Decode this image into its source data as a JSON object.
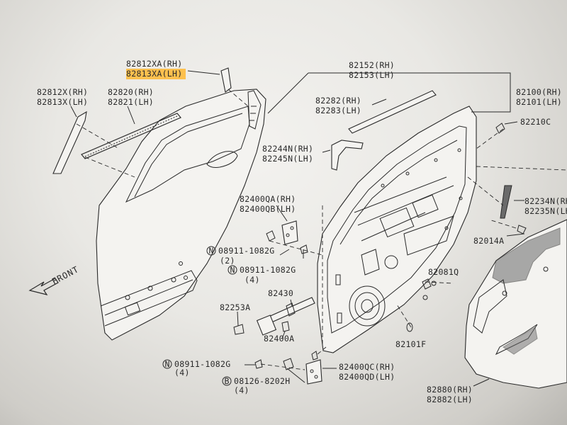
{
  "highlight_color": "#ffb833",
  "labels": {
    "p82812xa_rh": "82812XA(RH)",
    "p82813xa_lh": "82813XA(LH)",
    "p82812x_rh": "82812X(RH)",
    "p82813x_lh": "82813X(LH)",
    "p82820_rh": "82820(RH)",
    "p82821_lh": "82821(LH)",
    "p82152_rh": "82152(RH)",
    "p82153_lh": "82153(LH)",
    "p82100_rh": "82100(RH)",
    "p82101_lh": "82101(LH)",
    "p82282_rh": "82282(RH)",
    "p82283_lh": "82283(LH)",
    "p82210c": "82210C",
    "p82244n_rh": "82244N(RH)",
    "p82245n_lh": "82245N(LH)",
    "p82234n_rh": "82234N(RH",
    "p82235n_lh": "82235N(LH",
    "p82400qa_rh": "82400QA(RH)",
    "p82400qb_lh": "82400QB(LH)",
    "n08911_a": "08911-1082G",
    "n08911_a_qty": "(2)",
    "n08911_b": "08911-1082G",
    "n08911_b_qty": "(4)",
    "p82014a": "82014A",
    "front": "FRONT",
    "p82430": "82430",
    "p82253a": "82253A",
    "p82081q": "82081Q",
    "p82400a": "82400A",
    "p82101f": "82101F",
    "n08911_c": "08911-1082G",
    "n08911_c_qty": "(4)",
    "p82400qc_rh": "82400QC(RH)",
    "p82400qd_lh": "82400QD(LH)",
    "b08126": "08126-8202H",
    "b08126_qty": "(4)",
    "p82880_rh": "82880(RH)",
    "p82882_lh": "82882(LH)"
  },
  "circle_marks": {
    "n": "N",
    "b": "B"
  }
}
